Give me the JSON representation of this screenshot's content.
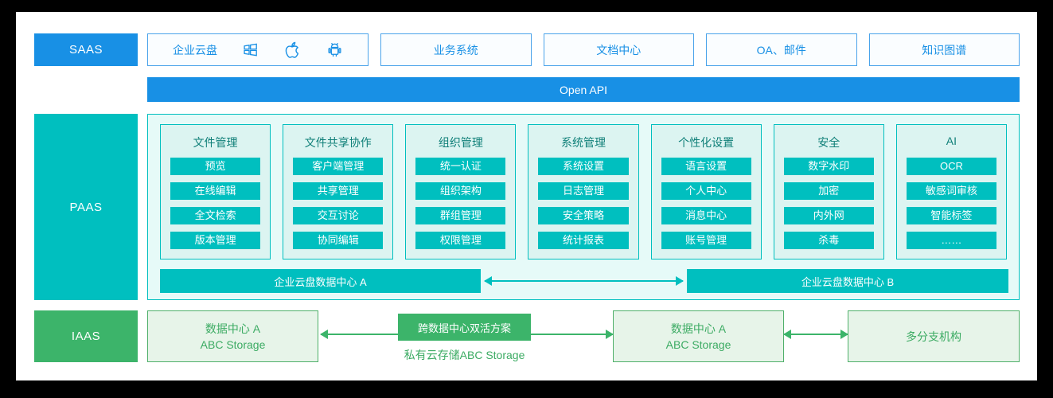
{
  "colors": {
    "blue": "#1890e5",
    "blue_border": "#4aa3ea",
    "blue_bg": "#fafdff",
    "teal": "#00bfbf",
    "teal_dark": "#0f7f78",
    "teal_bg": "#e6faf8",
    "teal_col_bg": "#dcf4f1",
    "green": "#3cb46a",
    "green_text": "#3cab63",
    "green_border": "#4fb06a",
    "green_bg": "#e7f4e9"
  },
  "layers": {
    "saas": "SAAS",
    "paas": "PAAS",
    "iaas": "IAAS"
  },
  "saas": {
    "primary_app": {
      "label": "企业云盘",
      "icons": [
        "windows-icon",
        "apple-icon",
        "android-icon"
      ]
    },
    "apps": [
      "业务系统",
      "文档中心",
      "OA、邮件",
      "知识图谱"
    ],
    "open_api_label": "Open API"
  },
  "paas": {
    "modules": [
      {
        "title": "文件管理",
        "items": [
          "预览",
          "在线编辑",
          "全文检索",
          "版本管理"
        ]
      },
      {
        "title": "文件共享协作",
        "items": [
          "客户端管理",
          "共享管理",
          "交互讨论",
          "协同编辑"
        ]
      },
      {
        "title": "组织管理",
        "items": [
          "统一认证",
          "组织架构",
          "群组管理",
          "权限管理"
        ]
      },
      {
        "title": "系统管理",
        "items": [
          "系统设置",
          "日志管理",
          "安全策略",
          "统计报表"
        ]
      },
      {
        "title": "个性化设置",
        "items": [
          "语言设置",
          "个人中心",
          "消息中心",
          "账号管理"
        ]
      },
      {
        "title": "安全",
        "items": [
          "数字水印",
          "加密",
          "内外网",
          "杀毒"
        ]
      },
      {
        "title": "AI",
        "items": [
          "OCR",
          "敏感词审核",
          "智能标签",
          "……"
        ]
      }
    ],
    "datacenter_a": "企业云盘数据中心 A",
    "datacenter_b": "企业云盘数据中心 B"
  },
  "iaas": {
    "node_a": {
      "line1": "数据中心 A",
      "line2": "ABC Storage"
    },
    "node_b": {
      "line1": "数据中心 A",
      "line2": "ABC Storage"
    },
    "node_c": "多分支机构",
    "solution": "跨数据中心双活方案",
    "caption": "私有云存储ABC Storage"
  }
}
